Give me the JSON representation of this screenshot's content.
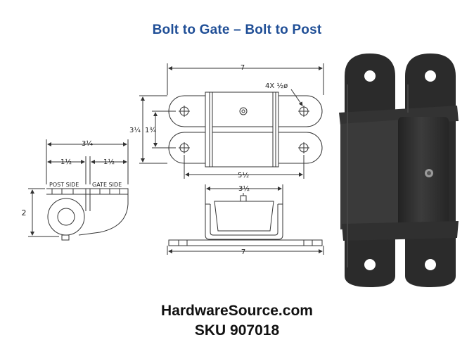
{
  "title": "Bolt to Gate – Bolt to Post",
  "footer": {
    "brand": "HardwareSource.com",
    "sku": "SKU 907018"
  },
  "top_view": {
    "overall_width": "7",
    "hole_callout": "4X ½ø",
    "height_outer": "3¼",
    "height_inner": "1¾",
    "hole_spacing": "5½"
  },
  "front_view": {
    "inner_width": "3½",
    "overall_width": "7"
  },
  "side_view": {
    "overall_width": "3¼",
    "post_side_width": "1½",
    "gate_side_width": "1½",
    "post_side_label": "POST SIDE",
    "gate_side_label": "GATE SIDE",
    "height": "2"
  },
  "colors": {
    "title": "#1f4e96",
    "hinge_body": "#2e2e2e",
    "line": "#333333"
  }
}
